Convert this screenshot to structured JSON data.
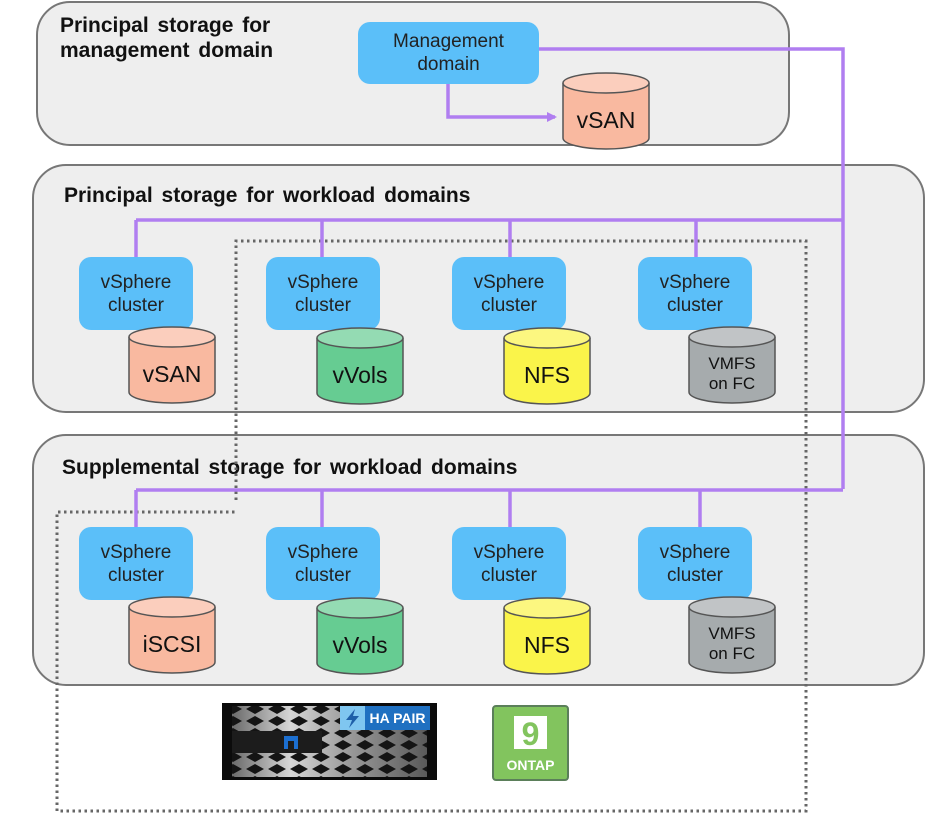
{
  "diagram": {
    "sections": [
      {
        "id": "mgmt",
        "title": "Principal storage for\nmanagement domain",
        "domain_box": "Management\ndomain",
        "datastore": {
          "label": "vSAN",
          "type": "vsan"
        }
      },
      {
        "id": "principal",
        "title": "Principal storage for workload domains",
        "clusters": [
          {
            "label": "vSphere\ncluster",
            "datastore": {
              "label": "vSAN",
              "type": "vsan"
            }
          },
          {
            "label": "vSphere\ncluster",
            "datastore": {
              "label": "vVols",
              "type": "vvols"
            }
          },
          {
            "label": "vSphere\ncluster",
            "datastore": {
              "label": "NFS",
              "type": "nfs"
            }
          },
          {
            "label": "vSphere\ncluster",
            "datastore": {
              "label": "VMFS\non FC",
              "type": "vmfs"
            }
          }
        ]
      },
      {
        "id": "supplemental",
        "title": "Supplemental storage for workload domains",
        "clusters": [
          {
            "label": "vSphere\ncluster",
            "datastore": {
              "label": "iSCSI",
              "type": "iscsi"
            }
          },
          {
            "label": "vSphere\ncluster",
            "datastore": {
              "label": "vVols",
              "type": "vvols"
            }
          },
          {
            "label": "vSphere\ncluster",
            "datastore": {
              "label": "NFS",
              "type": "nfs"
            }
          },
          {
            "label": "vSphere\ncluster",
            "datastore": {
              "label": "VMFS\non FC",
              "type": "vmfs"
            }
          }
        ]
      }
    ],
    "hardware": {
      "ha_pair_label": "HA PAIR",
      "ontap_version": "9",
      "ontap_label": "ONTAP"
    },
    "colors": {
      "connector": "#b07ef0",
      "cluster_box": "#5bbff9",
      "vsan": "#f9b9a0",
      "iscsi": "#f9b9a0",
      "vvols": "#66cc92",
      "nfs": "#faf44a",
      "vmfs": "#a6abad",
      "dotted_border": "#666666",
      "panel_bg": "#eeeeee",
      "ontap_green": "#82c45e",
      "ha_blue": "#1f70c1"
    }
  }
}
